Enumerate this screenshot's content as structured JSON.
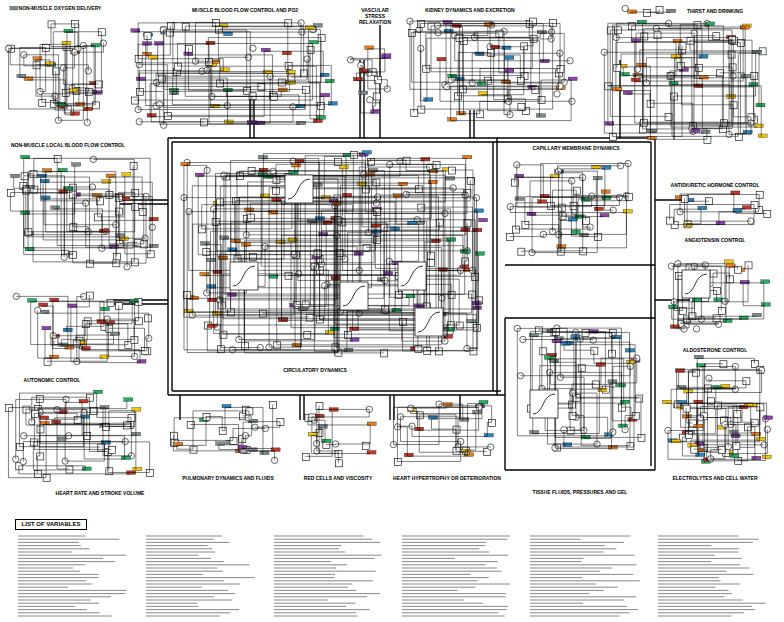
{
  "diagram": {
    "nodes": [
      {
        "text": [
          "CIRCULATORY DYNAMICS"
        ]
      },
      {
        "text": [
          "CAPILLARY MEMBRANE DYNAMICS"
        ]
      },
      {
        "text": [
          "TISSUE FLUIDS, PRESSURES AND GEL"
        ]
      },
      {
        "text": [
          "LIST OF VARIABLES"
        ]
      }
    ],
    "labels": [
      "NON-MUSCLE OXYGEN DELIVERY",
      "MUSCLE BLOOD FLOW CONTROL AND PO2",
      "VASCULAR STRESS RELAXATION",
      "KIDNEY DYNAMICS AND EXCRETION",
      "THIRST AND DRINKING",
      "NON-MUSCLE LOCAL BLOOD FLOW CONTROL",
      "ANTIDIURETIC HORMONE CONTROL",
      "ANGIOTENSIN CONTROL",
      "ALDOSTERONE CONTROL",
      "AUTONOMIC CONTROL",
      "HEART RATE AND STROKE VOLUME",
      "PULMONARY DYNAMICS AND FLUIDS",
      "RED CELLS AND VISCOSITY",
      "HEART HYPERTROPHY OR DETERIORATION",
      "ELECTROLYTES AND CELL WATER"
    ]
  }
}
